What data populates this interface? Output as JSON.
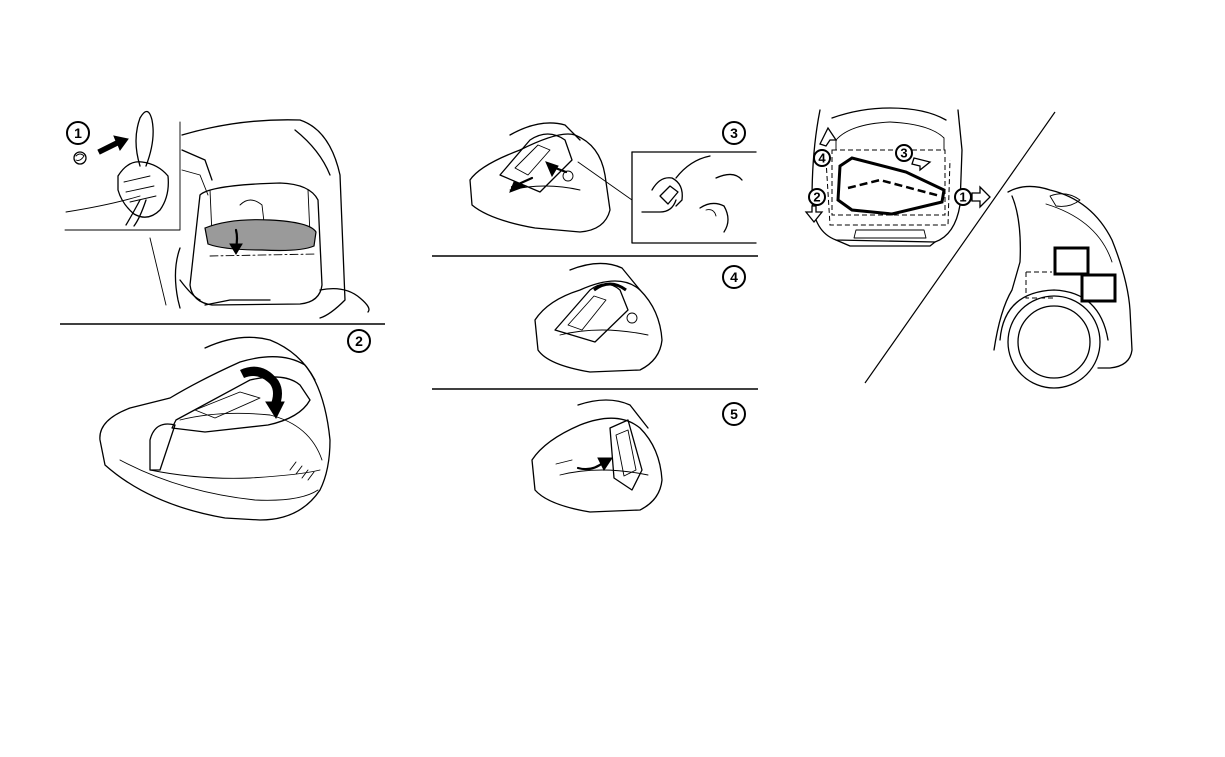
{
  "steps": {
    "s1": "1",
    "s2": "2",
    "s3": "3",
    "s4": "4",
    "s5": "5"
  },
  "location_markers": {
    "m1": "1",
    "m2": "2",
    "m3": "3",
    "m4": "4"
  }
}
